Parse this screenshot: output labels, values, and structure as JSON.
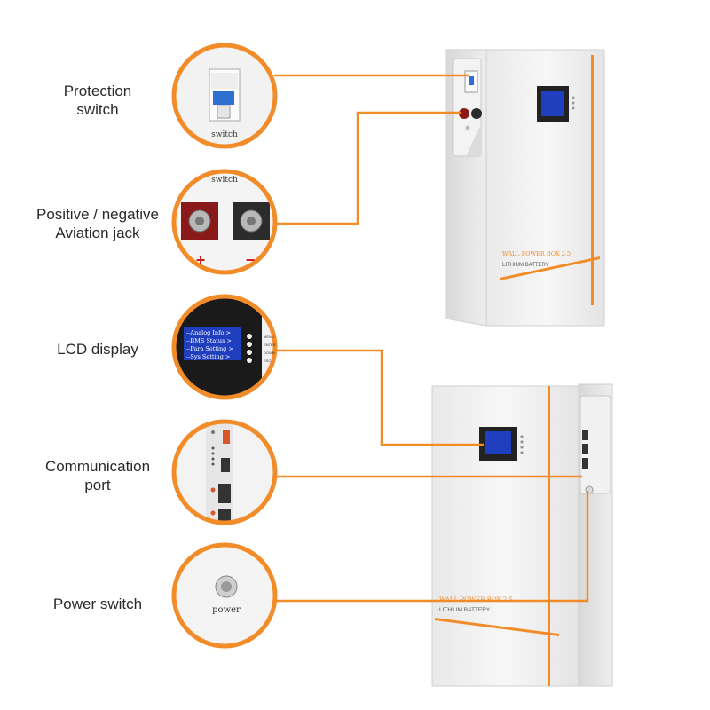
{
  "labels": {
    "protection_switch": [
      "Protection",
      "switch"
    ],
    "aviation_jack": [
      "Positive / negative",
      "Aviation jack"
    ],
    "lcd_display": "LCD display",
    "communication_port": [
      "Communication",
      "port"
    ],
    "power_switch": "Power switch"
  },
  "callouts": {
    "switch_caption": "switch",
    "switch_caption_top": "switch",
    "plus_sign": "+",
    "minus_sign": "−",
    "power_caption": "power",
    "lcd_menu": [
      "--Analog Info >",
      "--BMS Status >",
      "--Para Setting >",
      "--Sys Setting >"
    ],
    "lcd_side_labels": [
      "MENU",
      "ENTER",
      "DOWN",
      "ESC"
    ]
  },
  "product": {
    "brand": "WALL POWER BOX 2.5",
    "subtitle": "LITHIUM BATTERY"
  },
  "colors": {
    "accent": "#F28C28",
    "lcd_screen": "#1f3fbf",
    "positive_terminal": "#8a1a1a",
    "negative_terminal": "#2b2b2b"
  }
}
